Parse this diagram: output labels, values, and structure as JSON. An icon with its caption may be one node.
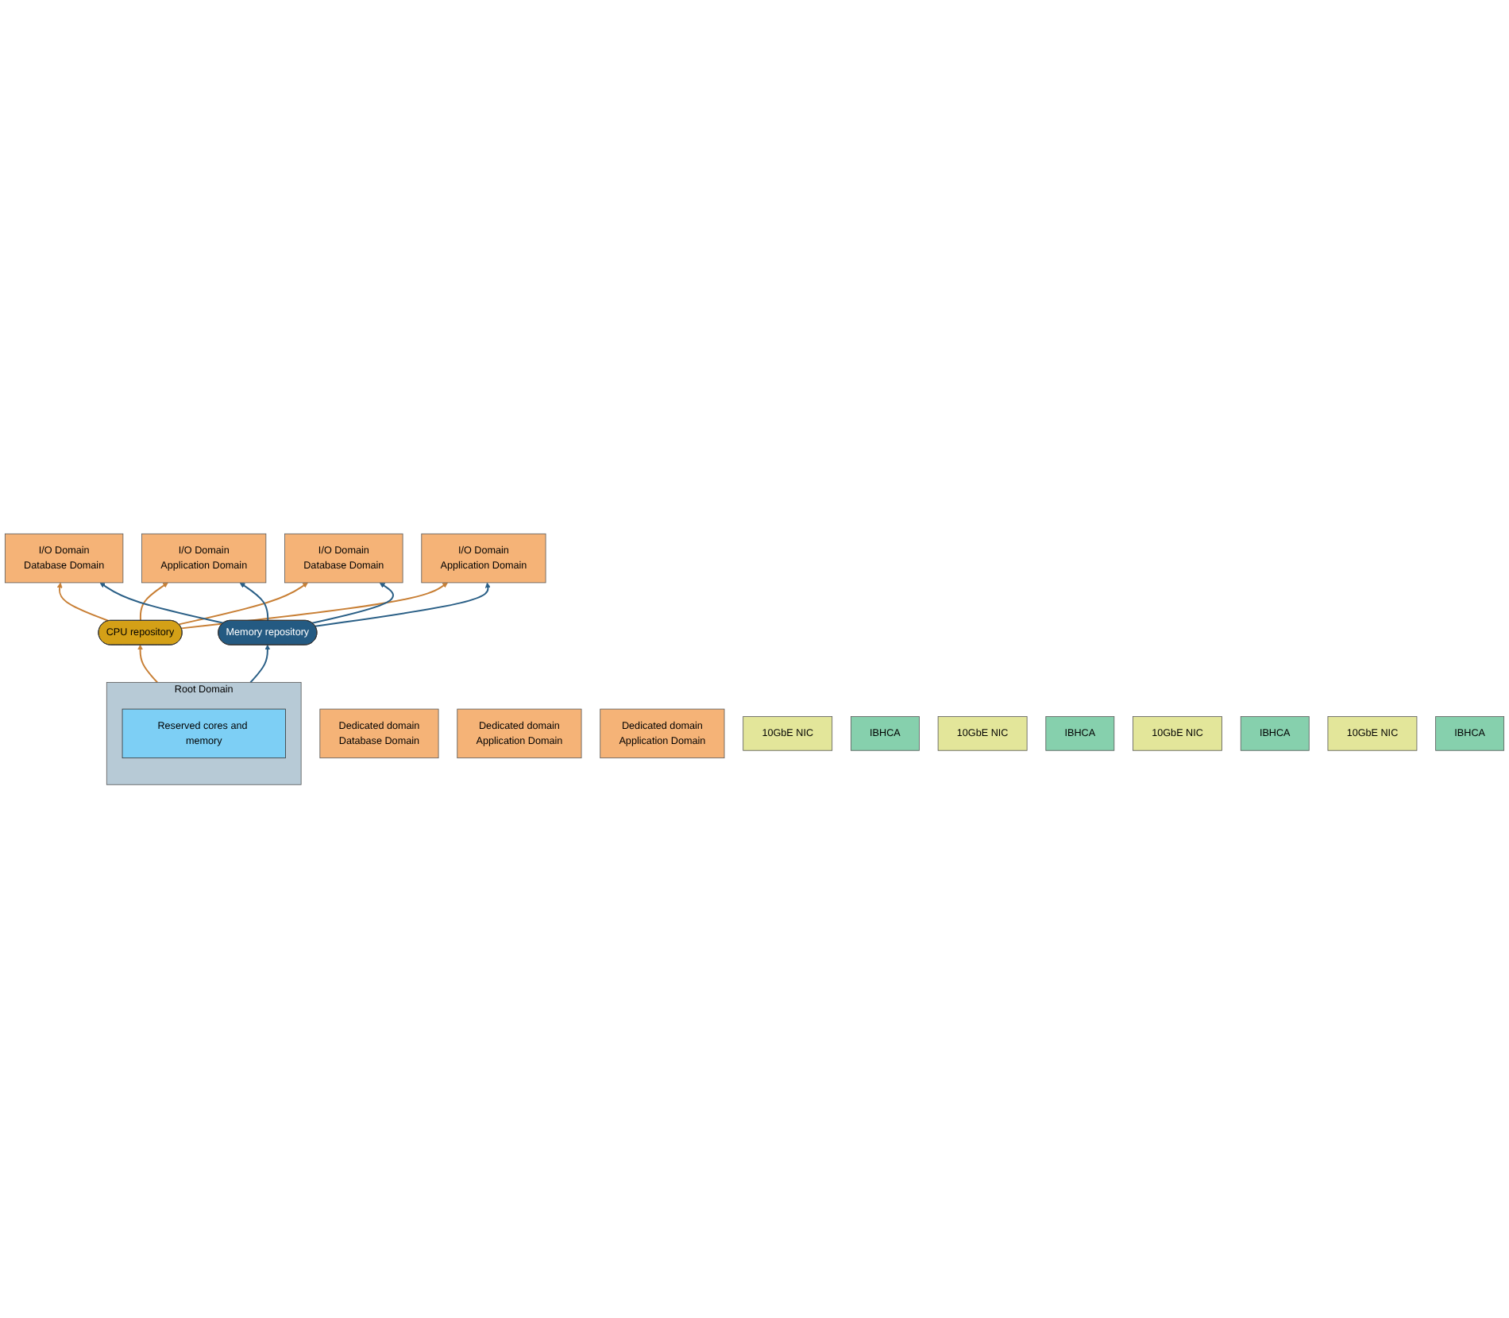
{
  "diagram": {
    "nodes": [
      {
        "text": [
          "I/O Domain",
          "Database Domain"
        ]
      },
      {
        "text": [
          "I/O Domain",
          "Application Domain"
        ]
      },
      {
        "text": [
          "I/O Domain",
          "Database Domain"
        ]
      },
      {
        "text": [
          "I/O Domain",
          "Application Domain"
        ]
      },
      {
        "text": [
          "CPU repository"
        ]
      },
      {
        "text": [
          "Memory repository"
        ]
      },
      {
        "text": [
          "Dedicated domain",
          "Database Domain"
        ]
      },
      {
        "text": [
          "Dedicated domain",
          "Application Domain"
        ]
      },
      {
        "text": [
          "Dedicated domain",
          "Application Domain"
        ]
      },
      {
        "text": [
          "Root Domain"
        ]
      },
      {
        "text": [
          "Reserved cores and memory"
        ],
        "in": 9
      },
      {
        "text": [
          "10GbE NIC"
        ]
      },
      {
        "text": [
          "IBHCA"
        ]
      },
      {
        "text": [
          "10GbE NIC"
        ]
      },
      {
        "text": [
          "IBHCA"
        ]
      },
      {
        "text": [
          "10GbE NIC"
        ]
      },
      {
        "text": [
          "IBHCA"
        ]
      },
      {
        "text": [
          "10GbE NIC"
        ]
      },
      {
        "text": [
          "IBHCA"
        ]
      }
    ],
    "edges": [
      {
        "from": 4,
        "to": 0,
        "arrow": "to",
        "color": "#c87f35"
      },
      {
        "from": 4,
        "to": 1,
        "arrow": "to",
        "color": "#c87f35"
      },
      {
        "from": 4,
        "to": 2,
        "arrow": "to",
        "color": "#c87f35"
      },
      {
        "from": 4,
        "to": 3,
        "arrow": "to",
        "color": "#c87f35"
      },
      {
        "from": 5,
        "to": 0,
        "arrow": "to",
        "color": "#2a5f86"
      },
      {
        "from": 5,
        "to": 1,
        "arrow": "to",
        "color": "#2a5f86"
      },
      {
        "from": 5,
        "to": 2,
        "arrow": "to",
        "color": "#2a5f86"
      },
      {
        "from": 5,
        "to": 3,
        "arrow": "to",
        "color": "#2a5f86"
      },
      {
        "from": 9,
        "to": 4,
        "arrow": "to",
        "color": "#c87f35"
      },
      {
        "from": 9,
        "to": 5,
        "arrow": "to",
        "color": "#2a5f86"
      }
    ]
  }
}
